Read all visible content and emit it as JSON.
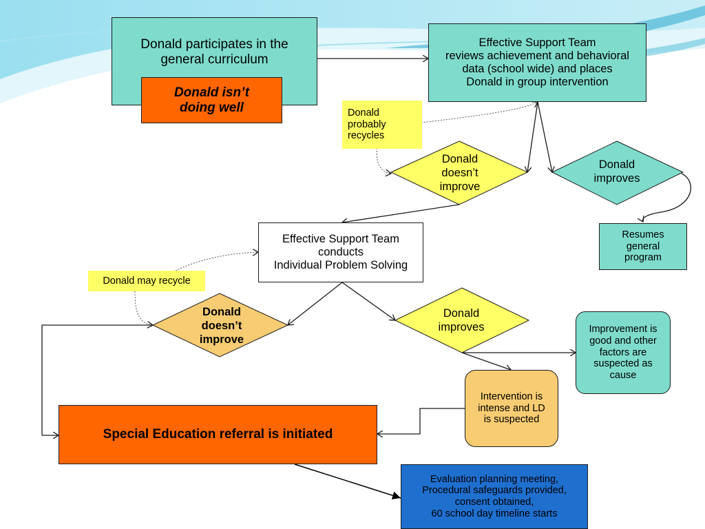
{
  "colors": {
    "teal": "#7fdccc",
    "orange": "#ff6600",
    "yellow_note": "#ffff66",
    "yellow_diamond": "#ffff66",
    "tan": "#f8cc72",
    "blue": "#1f6fcf",
    "line": "#1b1b1b"
  },
  "nodes": {
    "participates": "Donald participates in the\ngeneral curriculum",
    "not_doing_well": "Donald isn’t\ndoing well",
    "support_team_group": "Effective Support Team\nreviews achievement and behavioral\ndata (school wide) and places\nDonald in group intervention",
    "probably_recycles": "Donald\nprobably\nrecycles",
    "doesnt_improve_1": "Donald\ndoesn’t\nimprove",
    "improves_1": "Donald\nimproves",
    "resumes_program": "Resumes\ngeneral\nprogram",
    "support_team_individual": "Effective Support Team\nconducts\nIndividual Problem Solving",
    "may_recycle": "Donald may recycle",
    "doesnt_improve_2": "Donald\ndoesn’t\nimprove",
    "improves_2": "Donald\nimproves",
    "improvement_good": "Improvement is\ngood and other\nfactors are\nsuspected as\ncause",
    "intervention_intense": "Intervention is\nintense and LD\nis suspected",
    "sped_referral": "Special Education referral is initiated",
    "evaluation_planning": "Evaluation planning meeting,\nProcedural safeguards provided,\nconsent obtained,\n60 school day timeline starts"
  }
}
